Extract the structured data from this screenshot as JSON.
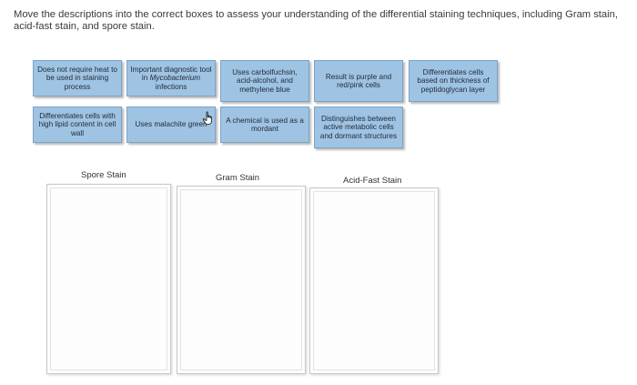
{
  "instructions": "Move the descriptions into the correct boxes to assess your understanding of the differential staining techniques, including Gram stain, acid-fast stain, and spore stain.",
  "cards": [
    {
      "text": "Does not require heat to be used in staining process"
    },
    {
      "text_before": "Important diagnostic tool in ",
      "text_em": "Mycobacterium",
      "text_after": " infections"
    },
    {
      "text": "Uses carbolfuchsin, acid-alcohol, and methylene blue"
    },
    {
      "text": "Result is purple and red/pink cells"
    },
    {
      "text": "Differentiates cells based on thickness of peptidoglycan layer"
    },
    {
      "text": "Differentiates cells with high lipid content in cell wall"
    },
    {
      "text": "Uses malachite green"
    },
    {
      "text": "A chemical is used as a mordant"
    },
    {
      "text": "Distinguishes between active metabolic cells and dormant structures"
    }
  ],
  "bins": [
    {
      "label": "Spore Stain"
    },
    {
      "label": "Gram Stain"
    },
    {
      "label": "Acid-Fast Stain"
    }
  ],
  "colors": {
    "card": "#9fc3e3",
    "card_border": "#7ea3c4"
  },
  "cursor_icon": "hand-pointer-icon"
}
